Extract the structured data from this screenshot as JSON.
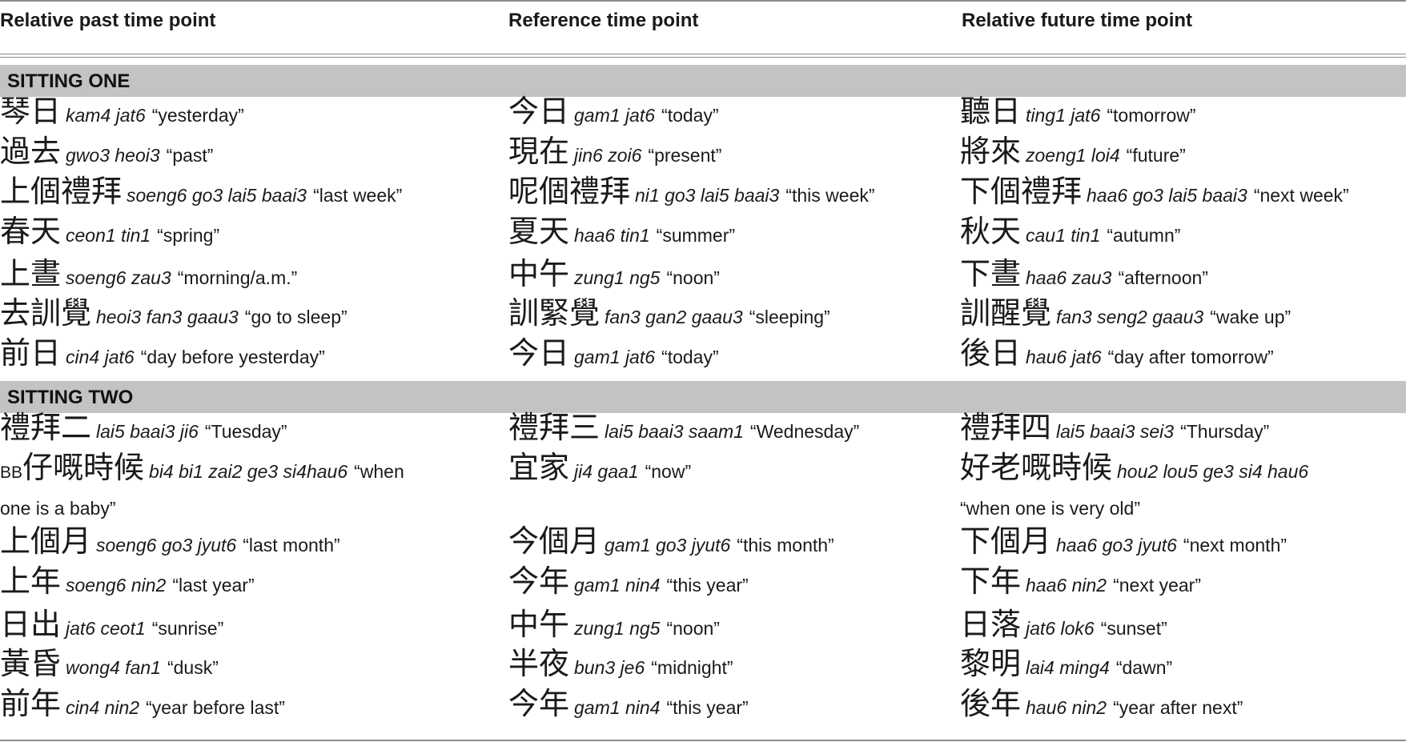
{
  "headers": {
    "past": "Relative past time point",
    "reference": "Reference time point",
    "future": "Relative future time point"
  },
  "sections": {
    "one": "SITTING ONE",
    "two": "SITTING TWO"
  },
  "sitting_one": [
    {
      "past": {
        "hanzi": "琴日",
        "jyutping": "kam4 jat6",
        "gloss": "“yesterday”"
      },
      "reference": {
        "hanzi": "今日",
        "jyutping": "gam1 jat6",
        "gloss": "“today”"
      },
      "future": {
        "hanzi": "聽日",
        "jyutping": "ting1 jat6",
        "gloss": "“tomorrow”"
      }
    },
    {
      "past": {
        "hanzi": "過去",
        "jyutping": "gwo3 heoi3",
        "gloss": "“past”"
      },
      "reference": {
        "hanzi": "現在",
        "jyutping": "jin6 zoi6",
        "gloss": "“present”"
      },
      "future": {
        "hanzi": "將來",
        "jyutping": "zoeng1 loi4",
        "gloss": "“future”"
      }
    },
    {
      "past": {
        "hanzi": "上個禮拜",
        "jyutping": "soeng6 go3 lai5 baai3",
        "gloss": "“last week”"
      },
      "reference": {
        "hanzi": "呢個禮拜",
        "jyutping": "ni1 go3 lai5 baai3",
        "gloss": "“this week”"
      },
      "future": {
        "hanzi": "下個禮拜",
        "jyutping": "haa6 go3 lai5 baai3",
        "gloss": "“next week”"
      }
    },
    {
      "past": {
        "hanzi": "春天",
        "jyutping": "ceon1 tin1",
        "gloss": "“spring”"
      },
      "reference": {
        "hanzi": "夏天",
        "jyutping": "haa6 tin1",
        "gloss": "“summer”"
      },
      "future": {
        "hanzi": "秋天",
        "jyutping": "cau1 tin1",
        "gloss": "“autumn”"
      }
    },
    {
      "past": {
        "hanzi": "上晝",
        "jyutping": "soeng6 zau3",
        "gloss": "“morning/a.m.”"
      },
      "reference": {
        "hanzi": "中午",
        "jyutping": "zung1 ng5",
        "gloss": "“noon”"
      },
      "future": {
        "hanzi": "下晝",
        "jyutping": "haa6 zau3",
        "gloss": "“afternoon”"
      }
    },
    {
      "past": {
        "hanzi": "去訓覺",
        "jyutping": "heoi3 fan3 gaau3",
        "gloss": "“go to sleep”"
      },
      "reference": {
        "hanzi": "訓緊覺",
        "jyutping": "fan3 gan2 gaau3",
        "gloss": "“sleeping”"
      },
      "future": {
        "hanzi": "訓醒覺",
        "jyutping": "fan3 seng2 gaau3",
        "gloss": "“wake up”"
      }
    },
    {
      "past": {
        "hanzi": "前日",
        "jyutping": "cin4 jat6",
        "gloss": "“day before yesterday”"
      },
      "reference": {
        "hanzi": "今日",
        "jyutping": "gam1 jat6",
        "gloss": "“today”"
      },
      "future": {
        "hanzi": "後日",
        "jyutping": "hau6 jat6",
        "gloss": "“day after tomorrow”"
      }
    }
  ],
  "sitting_two": [
    {
      "past": {
        "hanzi": "禮拜二",
        "jyutping": "lai5 baai3 ji6",
        "gloss": "“Tuesday”"
      },
      "reference": {
        "hanzi": "禮拜三",
        "jyutping": "lai5 baai3 saam1",
        "gloss": "“Wednesday”"
      },
      "future": {
        "hanzi": "禮拜四",
        "jyutping": "lai5 baai3 sei3",
        "gloss": "“Thursday”"
      }
    },
    {
      "past": {
        "prefix": "BB",
        "hanzi": "仔嘅時候",
        "jyutping": "bi4 bi1 zai2 ge3 si4hau6",
        "gloss": "“when",
        "gloss_cont": "one is a baby”"
      },
      "reference": {
        "hanzi": "宜家",
        "jyutping": "ji4 gaa1",
        "gloss": "“now”"
      },
      "future": {
        "hanzi": "好老嘅時候",
        "jyutping": "hou2 lou5 ge3 si4 hau6",
        "gloss": "",
        "gloss_cont": "“when one is very old”"
      }
    },
    {
      "past": {
        "hanzi": "上個月",
        "jyutping": "soeng6 go3 jyut6",
        "gloss": "“last month”"
      },
      "reference": {
        "hanzi": "今個月",
        "jyutping": "gam1 go3 jyut6",
        "gloss": "“this month”"
      },
      "future": {
        "hanzi": "下個月",
        "jyutping": "haa6 go3 jyut6",
        "gloss": "“next month”"
      }
    },
    {
      "past": {
        "hanzi": "上年",
        "jyutping": "soeng6 nin2",
        "gloss": "“last year”"
      },
      "reference": {
        "hanzi": "今年",
        "jyutping": "gam1 nin4",
        "gloss": "“this year”"
      },
      "future": {
        "hanzi": "下年",
        "jyutping": "haa6 nin2",
        "gloss": "“next year”"
      }
    },
    {
      "past": {
        "hanzi": "日出",
        "jyutping": "jat6 ceot1",
        "gloss": "“sunrise”"
      },
      "reference": {
        "hanzi": "中午",
        "jyutping": "zung1 ng5",
        "gloss": "“noon”"
      },
      "future": {
        "hanzi": "日落",
        "jyutping": "jat6 lok6",
        "gloss": "“sunset”"
      }
    },
    {
      "past": {
        "hanzi": "黃昏",
        "jyutping": "wong4 fan1",
        "gloss": "“dusk”"
      },
      "reference": {
        "hanzi": "半夜",
        "jyutping": "bun3 je6",
        "gloss": "“midnight”"
      },
      "future": {
        "hanzi": "黎明",
        "jyutping": "lai4 ming4",
        "gloss": "“dawn”"
      }
    },
    {
      "past": {
        "hanzi": "前年",
        "jyutping": "cin4 nin2",
        "gloss": "“year before last”"
      },
      "reference": {
        "hanzi": "今年",
        "jyutping": "gam1 nin4",
        "gloss": "“this year”"
      },
      "future": {
        "hanzi": "後年",
        "jyutping": "hau6 nin2",
        "gloss": "“year after next”"
      }
    }
  ]
}
